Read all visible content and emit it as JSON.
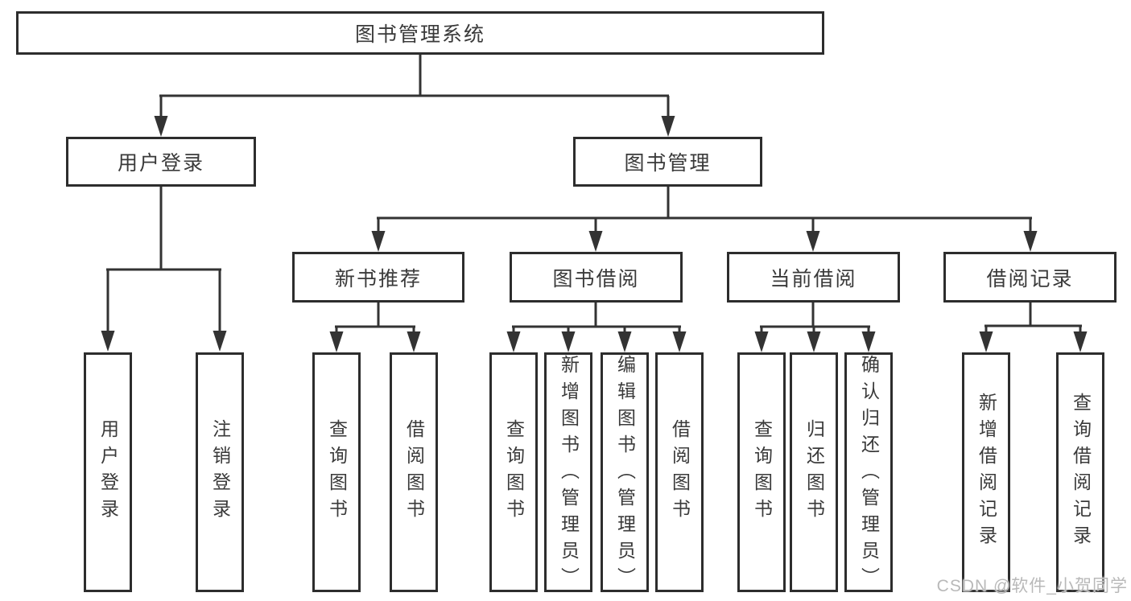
{
  "diagram": {
    "root": {
      "label": "图书管理系统"
    },
    "level2": [
      {
        "label": "用户登录"
      },
      {
        "label": "图书管理"
      }
    ],
    "level3": [
      {
        "label": "新书推荐"
      },
      {
        "label": "图书借阅"
      },
      {
        "label": "当前借阅"
      },
      {
        "label": "借阅记录"
      }
    ],
    "leaves": {
      "user_login": [
        "用户登录",
        "注销登录"
      ],
      "new_books": [
        "查询图书",
        "借阅图书"
      ],
      "book_borrow": [
        "查询图书",
        "新增图书（管理员）",
        "编辑图书（管理员）",
        "借阅图书"
      ],
      "current_borrow": [
        "查询图书",
        "归还图书",
        "确认归还（管理员）"
      ],
      "borrow_records": [
        "新增借阅记录",
        "查询借阅记录"
      ]
    },
    "watermark": "CSDN @软件_小贺同学",
    "colors": {
      "line": "#333333",
      "box_border": "#2d2d2d",
      "text": "#3a3a3a",
      "watermark": "#b9b9b9",
      "background": "#ffffff"
    }
  }
}
